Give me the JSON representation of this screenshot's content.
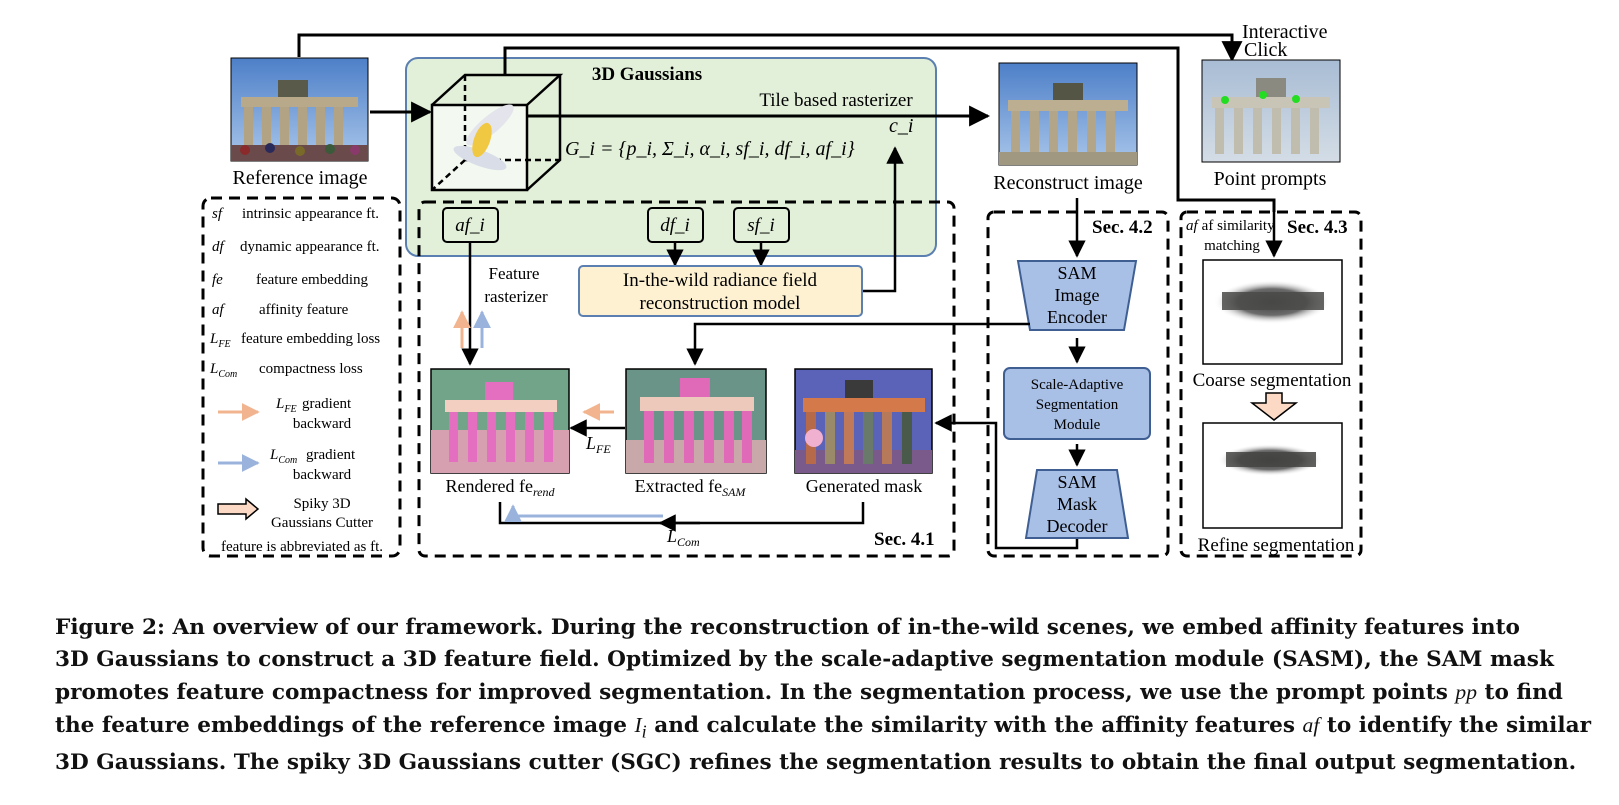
{
  "diagram": {
    "reference_image_label": "Reference image",
    "interactive_click_label_1": "Interactive",
    "interactive_click_label_2": "Click",
    "point_prompts_label": "Point prompts",
    "reconstruct_image_label": "Reconstruct image",
    "gaussians_title": "3D Gaussians",
    "tile_rasterizer_label": "Tile based rasterizer",
    "gaussian_formula": "G_i = {p_i, Σ_i, α_i, sf_i, df_i, af_i}",
    "ci_label": "c_i",
    "af_box": "af_i",
    "df_box": "df_i",
    "sf_box": "sf_i",
    "itw_line1": "In-the-wild radiance field",
    "itw_line2": "reconstruction model",
    "feature_rasterizer_1": "Feature",
    "feature_rasterizer_2": "rasterizer",
    "rendered_label": "Rendered fe",
    "rendered_sub": "rend",
    "extracted_label": "Extracted fe",
    "extracted_sub": "SAM",
    "generated_mask_label": "Generated mask",
    "lfe_label": "L",
    "lfe_sub": "FE",
    "lcom_label": "L",
    "lcom_sub": "Com",
    "sec41": "Sec. 4.1",
    "sec42": "Sec. 4.2",
    "sec43": "Sec. 4.3",
    "sam_encoder": [
      "SAM",
      "Image",
      "Encoder"
    ],
    "sasm": [
      "Scale-Adaptive",
      "Segmentation",
      "Module"
    ],
    "sam_decoder": [
      "SAM",
      "Mask",
      "Decoder"
    ],
    "af_matching_1": "af similarity",
    "af_matching_2": "matching",
    "coarse_label": "Coarse segmentation",
    "refine_label": "Refine segmentation"
  },
  "legend": {
    "items": [
      {
        "sym": "sf",
        "sub": "",
        "text": "intrinsic appearance ft."
      },
      {
        "sym": "df",
        "sub": "",
        "text": "dynamic appearance ft."
      },
      {
        "sym": "fe",
        "sub": "",
        "text": "feature embedding"
      },
      {
        "sym": "af",
        "sub": "",
        "text": "affinity feature"
      },
      {
        "sym": "L",
        "sub": "FE",
        "text": "feature embedding loss"
      },
      {
        "sym": "L",
        "sub": "Com",
        "text": "compactness loss"
      }
    ],
    "lfe_grad_1": "gradient",
    "lfe_grad_2": "backward",
    "lcom_grad_1": "gradient",
    "lcom_grad_2": "backward",
    "cutter_1": "Spiky 3D",
    "cutter_2": "Gaussians Cutter",
    "abbrev_note": "feature is abbreviated as ft."
  },
  "caption": {
    "l1": "Figure 2: An overview of our framework. During the reconstruction of in-the-wild scenes, we embed affinity features into",
    "l2": "3D Gaussians to construct a 3D feature field. Optimized by the scale-adaptive segmentation module (SASM), the SAM mask",
    "l3a": "promotes feature compactness for improved segmentation. In the segmentation process, we use the prompt points ",
    "l3sym": "pp",
    "l3b": " to find",
    "l4a": "the feature embeddings of the reference image ",
    "l4sym": "I",
    "l4symsub": "i",
    "l4b": " and calculate the similarity with the affinity features ",
    "l4sym2": "af",
    "l4c": " to identify the similar",
    "l5": "3D Gaussians. The spiky 3D Gaussians cutter (SGC) refines the segmentation results to obtain the final output segmentation."
  },
  "colors": {
    "gaussian_panel": "#e2efd9",
    "gaussian_border": "#5a7fb0",
    "itw_box": "#fdf1d2",
    "sam_blue": "#a8bfe6",
    "sam_border": "#3f5f93",
    "orange_arrow": "#f2b48f",
    "blue_arrow": "#9ab3dc",
    "cutter_fill": "#fbd9c4"
  }
}
